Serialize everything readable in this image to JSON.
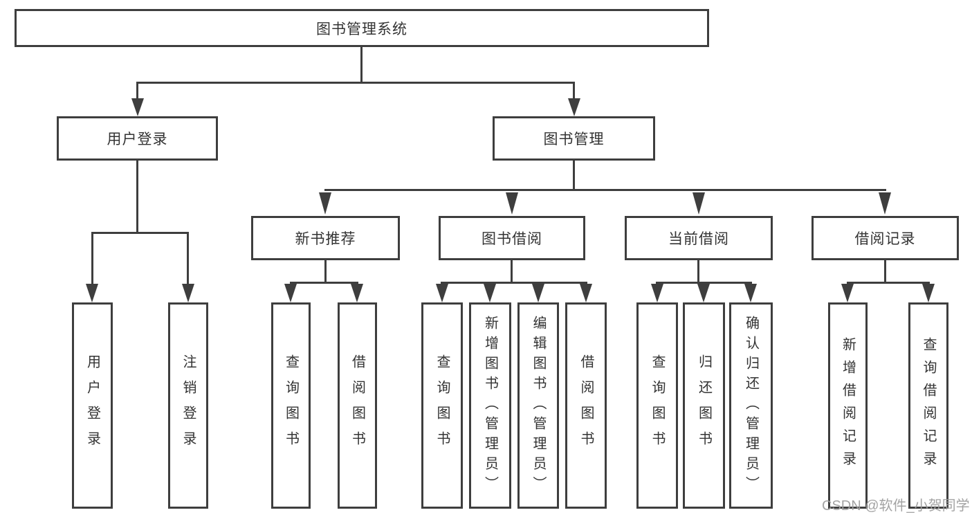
{
  "diagram": {
    "title": "图书管理系统",
    "level2": {
      "user_login": "用户登录",
      "book_management": "图书管理"
    },
    "level3": {
      "new_book_recommend": "新书推荐",
      "book_borrow": "图书借阅",
      "current_borrow": "当前借阅",
      "borrow_records": "借阅记录"
    },
    "leaves": {
      "user_login": "用户登录",
      "logout": "注销登录",
      "query_books_a": "查询图书",
      "borrow_books_a": "借阅图书",
      "query_books_b": "查询图书",
      "add_books": "新增图书（管理员）",
      "edit_books": "编辑图书（管理员）",
      "borrow_books_b": "借阅图书",
      "query_books_c": "查询图书",
      "return_books": "归还图书",
      "confirm_return": "确认归还（管理员）",
      "add_borrow_record": "新增借阅记录",
      "query_borrow_record": "查询借阅记录"
    }
  },
  "watermark": "CSDN @软件_小贺同学",
  "colors": {
    "line": "#3e3e3e",
    "text": "#333333",
    "watermark": "#9e9e9e",
    "background": "#ffffff"
  }
}
